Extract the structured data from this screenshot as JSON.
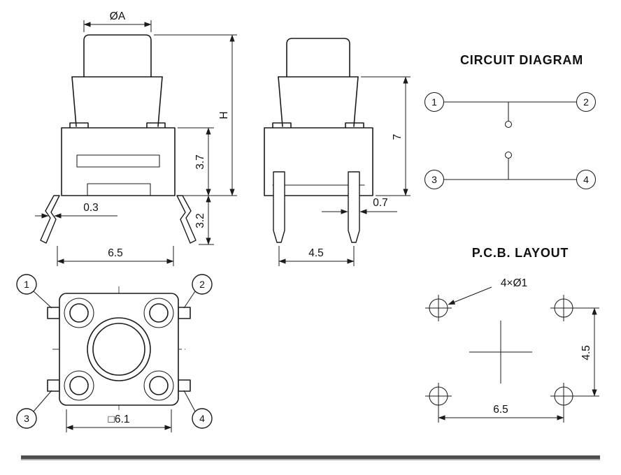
{
  "titles": {
    "circuit": "CIRCUIT DIAGRAM",
    "pcb": "P.C.B. LAYOUT"
  },
  "front_view": {
    "cap_diameter": "ØA",
    "total_height": "H",
    "body_height": "3.7",
    "leg_height": "3.2",
    "leg_thickness": "0.3",
    "leg_span": "6.5"
  },
  "side_view": {
    "stem_body_height": "7",
    "pin_width": "0.7",
    "pin_pitch": "4.5"
  },
  "bottom_view": {
    "body_size": "□6.1",
    "terminals": [
      "1",
      "2",
      "3",
      "4"
    ]
  },
  "circuit": {
    "terminals": [
      "1",
      "2",
      "3",
      "4"
    ]
  },
  "pcb": {
    "hole_callout": "4×Ø1",
    "hole_pitch_vertical": "4.5",
    "hole_pitch_horizontal": "6.5"
  }
}
